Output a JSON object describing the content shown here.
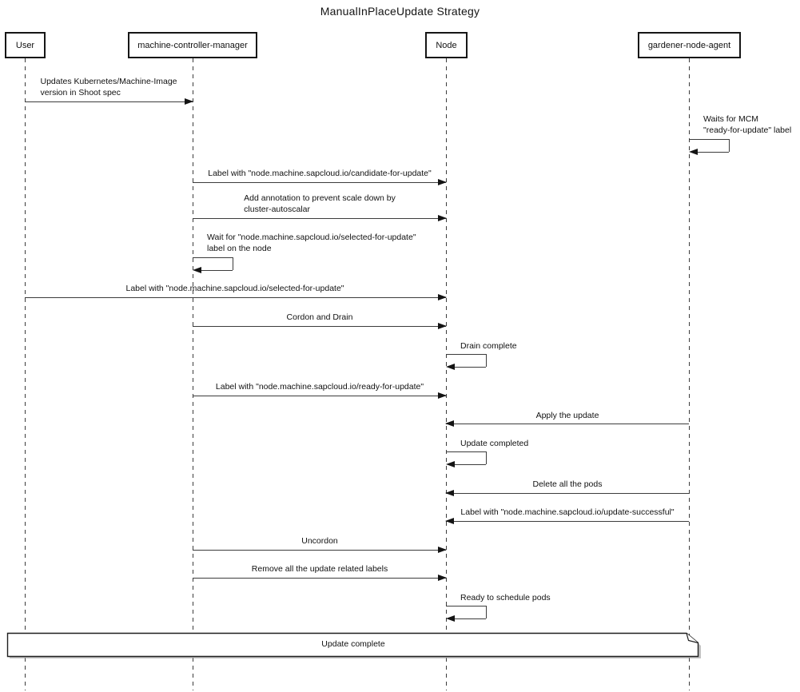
{
  "title": "ManualInPlaceUpdate Strategy",
  "actors": [
    {
      "id": "user",
      "label": "User"
    },
    {
      "id": "machine-controller-manager",
      "label": "machine-controller-manager"
    },
    {
      "id": "node",
      "label": "Node"
    },
    {
      "id": "gardener-node-agent",
      "label": "gardener-node-agent"
    }
  ],
  "messages": [
    {
      "from": "User",
      "to": "machine-controller-manager",
      "type": "message",
      "text": "Updates Kubernetes/Machine-Image\nversion in Shoot spec"
    },
    {
      "from": "gardener-node-agent",
      "to": "gardener-node-agent",
      "type": "self",
      "text": "Waits for MCM\n\"ready-for-update\" label"
    },
    {
      "from": "machine-controller-manager",
      "to": "Node",
      "type": "message",
      "text": "Label with \"node.machine.sapcloud.io/candidate-for-update\""
    },
    {
      "from": "machine-controller-manager",
      "to": "Node",
      "type": "message",
      "text": "Add annotation to prevent scale down by\ncluster-autoscalar"
    },
    {
      "from": "machine-controller-manager",
      "to": "machine-controller-manager",
      "type": "self",
      "text": "Wait for \"node.machine.sapcloud.io/selected-for-update\"\nlabel on the node"
    },
    {
      "from": "User",
      "to": "Node",
      "type": "message",
      "text": "Label with \"node.machine.sapcloud.io/selected-for-update\""
    },
    {
      "from": "machine-controller-manager",
      "to": "Node",
      "type": "message",
      "text": "Cordon and Drain"
    },
    {
      "from": "Node",
      "to": "Node",
      "type": "self",
      "text": "Drain complete"
    },
    {
      "from": "machine-controller-manager",
      "to": "Node",
      "type": "message",
      "text": "Label with \"node.machine.sapcloud.io/ready-for-update\""
    },
    {
      "from": "gardener-node-agent",
      "to": "Node",
      "type": "message",
      "text": "Apply the update"
    },
    {
      "from": "Node",
      "to": "Node",
      "type": "self",
      "text": "Update completed"
    },
    {
      "from": "gardener-node-agent",
      "to": "Node",
      "type": "message",
      "text": "Delete all the pods"
    },
    {
      "from": "gardener-node-agent",
      "to": "Node",
      "type": "message",
      "text": "Label with \"node.machine.sapcloud.io/update-successful\""
    },
    {
      "from": "machine-controller-manager",
      "to": "Node",
      "type": "message",
      "text": "Uncordon"
    },
    {
      "from": "machine-controller-manager",
      "to": "Node",
      "type": "message",
      "text": "Remove all the update related labels"
    },
    {
      "from": "Node",
      "to": "Node",
      "type": "self",
      "text": "Ready to schedule pods"
    }
  ],
  "note": {
    "label": "Update complete"
  }
}
